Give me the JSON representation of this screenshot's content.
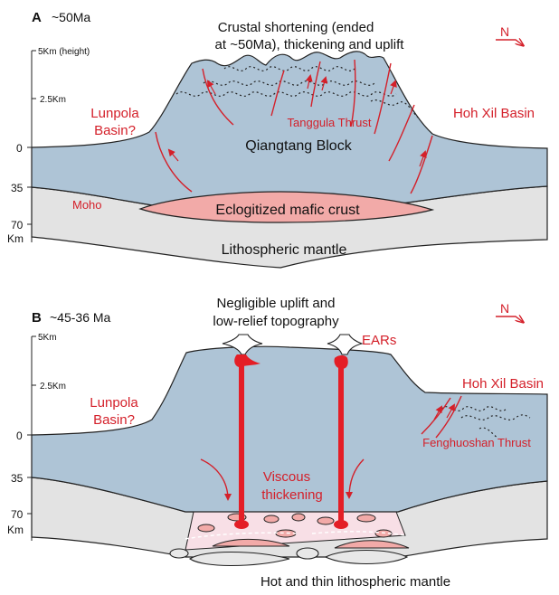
{
  "colors": {
    "crust": "#aec4d6",
    "mantle": "#e3e3e3",
    "eclogite": "#f2aaa8",
    "melt": "#e41e26",
    "annotation_red": "#d4202a",
    "pink_zone": "#f8dfe6"
  },
  "panel_a": {
    "label": "A",
    "age": "~50Ma",
    "title_line1": "Crustal shortening (ended",
    "title_line2": "at ~50Ma), thickening and uplift",
    "north": "N",
    "axis": {
      "height_5": "5Km (height)",
      "height_2_5": "2.5Km",
      "depth_0": "0",
      "depth_35": "35",
      "depth_70": "70",
      "unit": "Km"
    },
    "lunpola_line1": "Lunpola",
    "lunpola_line2": "Basin?",
    "hoh_xil": "Hoh Xil Basin",
    "tanggula": "Tanggula Thrust",
    "qiangtang": "Qiangtang Block",
    "moho": "Moho",
    "eclogite": "Eclogitized mafic crust",
    "mantle": "Lithospheric mantle"
  },
  "panel_b": {
    "label": "B",
    "age": "~45-36 Ma",
    "title_line1": "Negligible uplift and",
    "title_line2": "low-relief topography",
    "north": "N",
    "axis": {
      "height_5": "5Km",
      "height_2_5": "2.5Km",
      "depth_0": "0",
      "depth_35": "35",
      "depth_70": "70",
      "unit": "Km"
    },
    "ears": "EARs",
    "lunpola_line1": "Lunpola",
    "lunpola_line2": "Basin?",
    "hoh_xil": "Hoh Xil Basin",
    "fenghuoshan": "Fenghuoshan Thrust",
    "viscous_line1": "Viscous",
    "viscous_line2": "thickening",
    "mantle": "Hot and thin lithospheric mantle"
  }
}
